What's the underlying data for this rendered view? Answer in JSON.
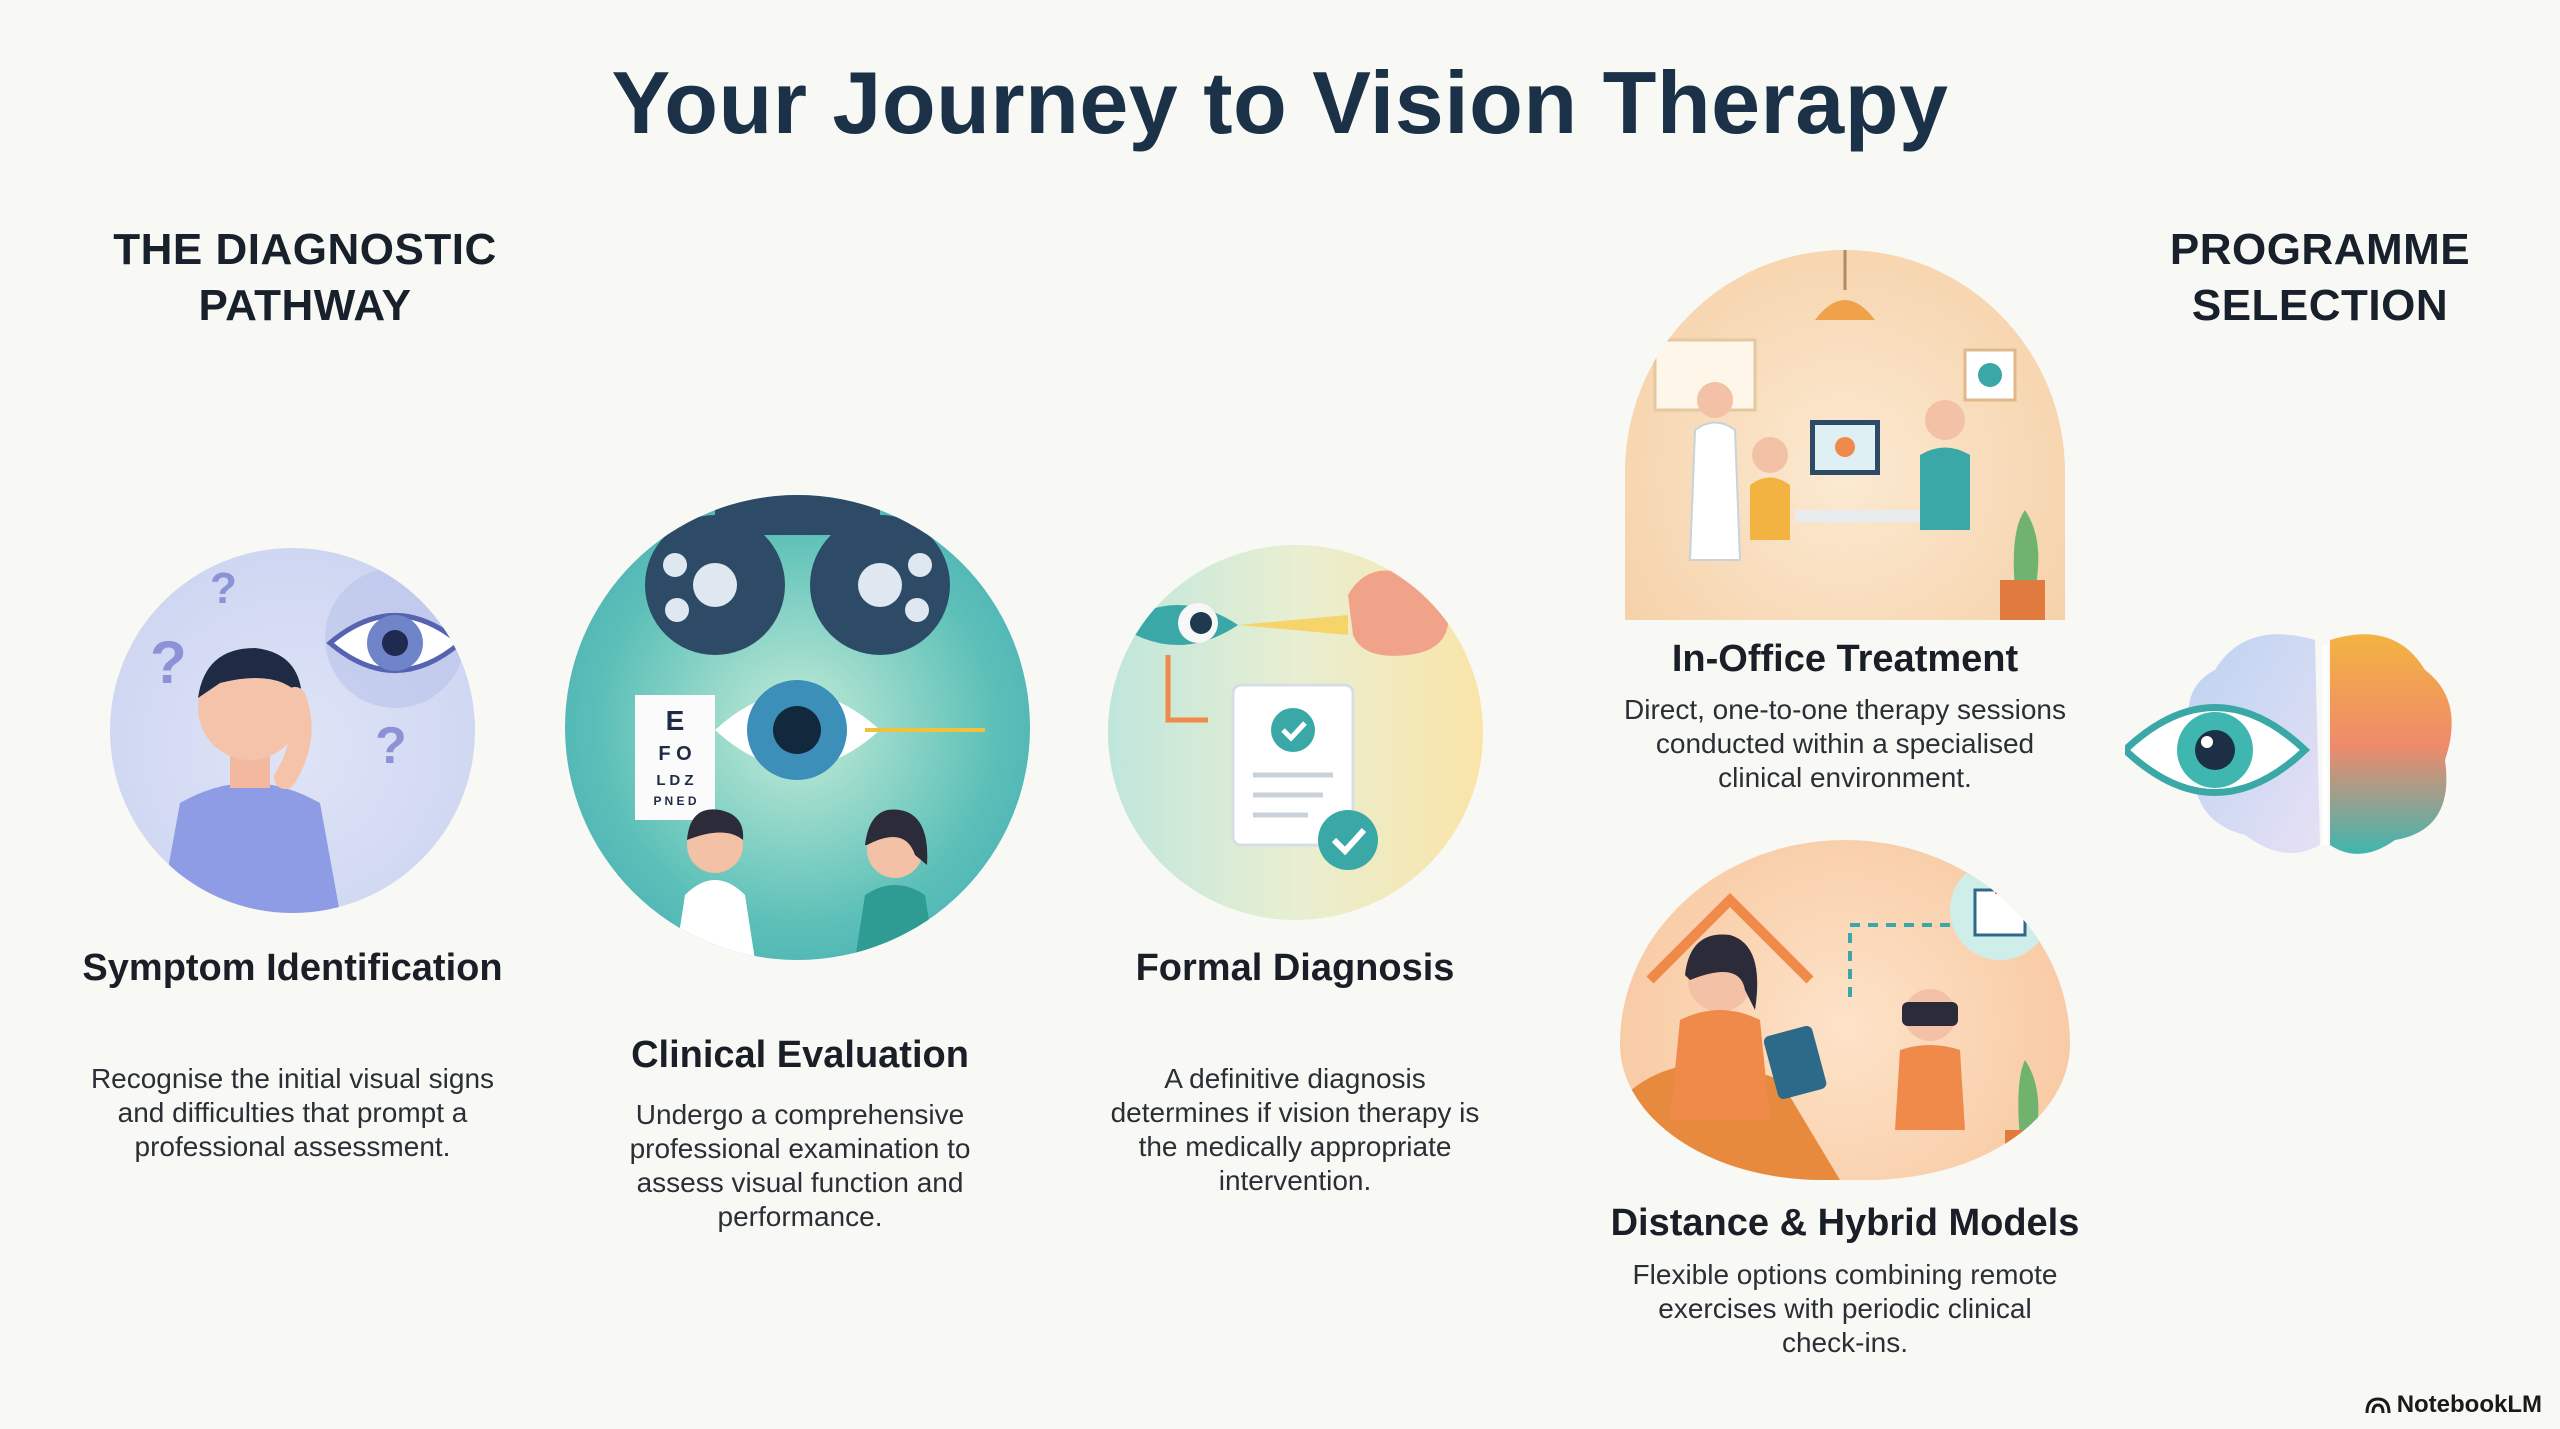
{
  "title": "Your Journey to Vision Therapy",
  "sections": {
    "left": "THE DIAGNOSTIC PATHWAY",
    "right": "PROGRAMME SELECTION"
  },
  "steps": [
    {
      "title": "Symptom Identification",
      "description": "Recognise the initial visual signs and difficulties that prompt a professional assessment.",
      "icon": "confused-person-eye-icon"
    },
    {
      "title": "Clinical Evaluation",
      "description": "Undergo a comprehensive professional examination to assess visual function and performance.",
      "icon": "phoropter-exam-icon"
    },
    {
      "title": "Formal Diagnosis",
      "description": "A definitive diagnosis determines if vision therapy is the medically appropriate intervention.",
      "icon": "diagnosis-document-icon"
    }
  ],
  "eye_chart": {
    "rows": [
      "E",
      "F O",
      "L D Z",
      "P N E D"
    ]
  },
  "programmes": [
    {
      "title": "In-Office Treatment",
      "description": "Direct, one-to-one therapy sessions conducted within a specialised clinical environment.",
      "icon": "clinic-session-icon"
    },
    {
      "title": "Distance & Hybrid Models",
      "description": "Flexible options combining remote exercises with periodic clinical check-ins.",
      "icon": "home-vr-session-icon"
    }
  ],
  "brand": "NotebookLM",
  "colors": {
    "title": "#1b3147",
    "teal": "#3fb6b0",
    "orange": "#f08a4b",
    "purple": "#7a8de0"
  }
}
